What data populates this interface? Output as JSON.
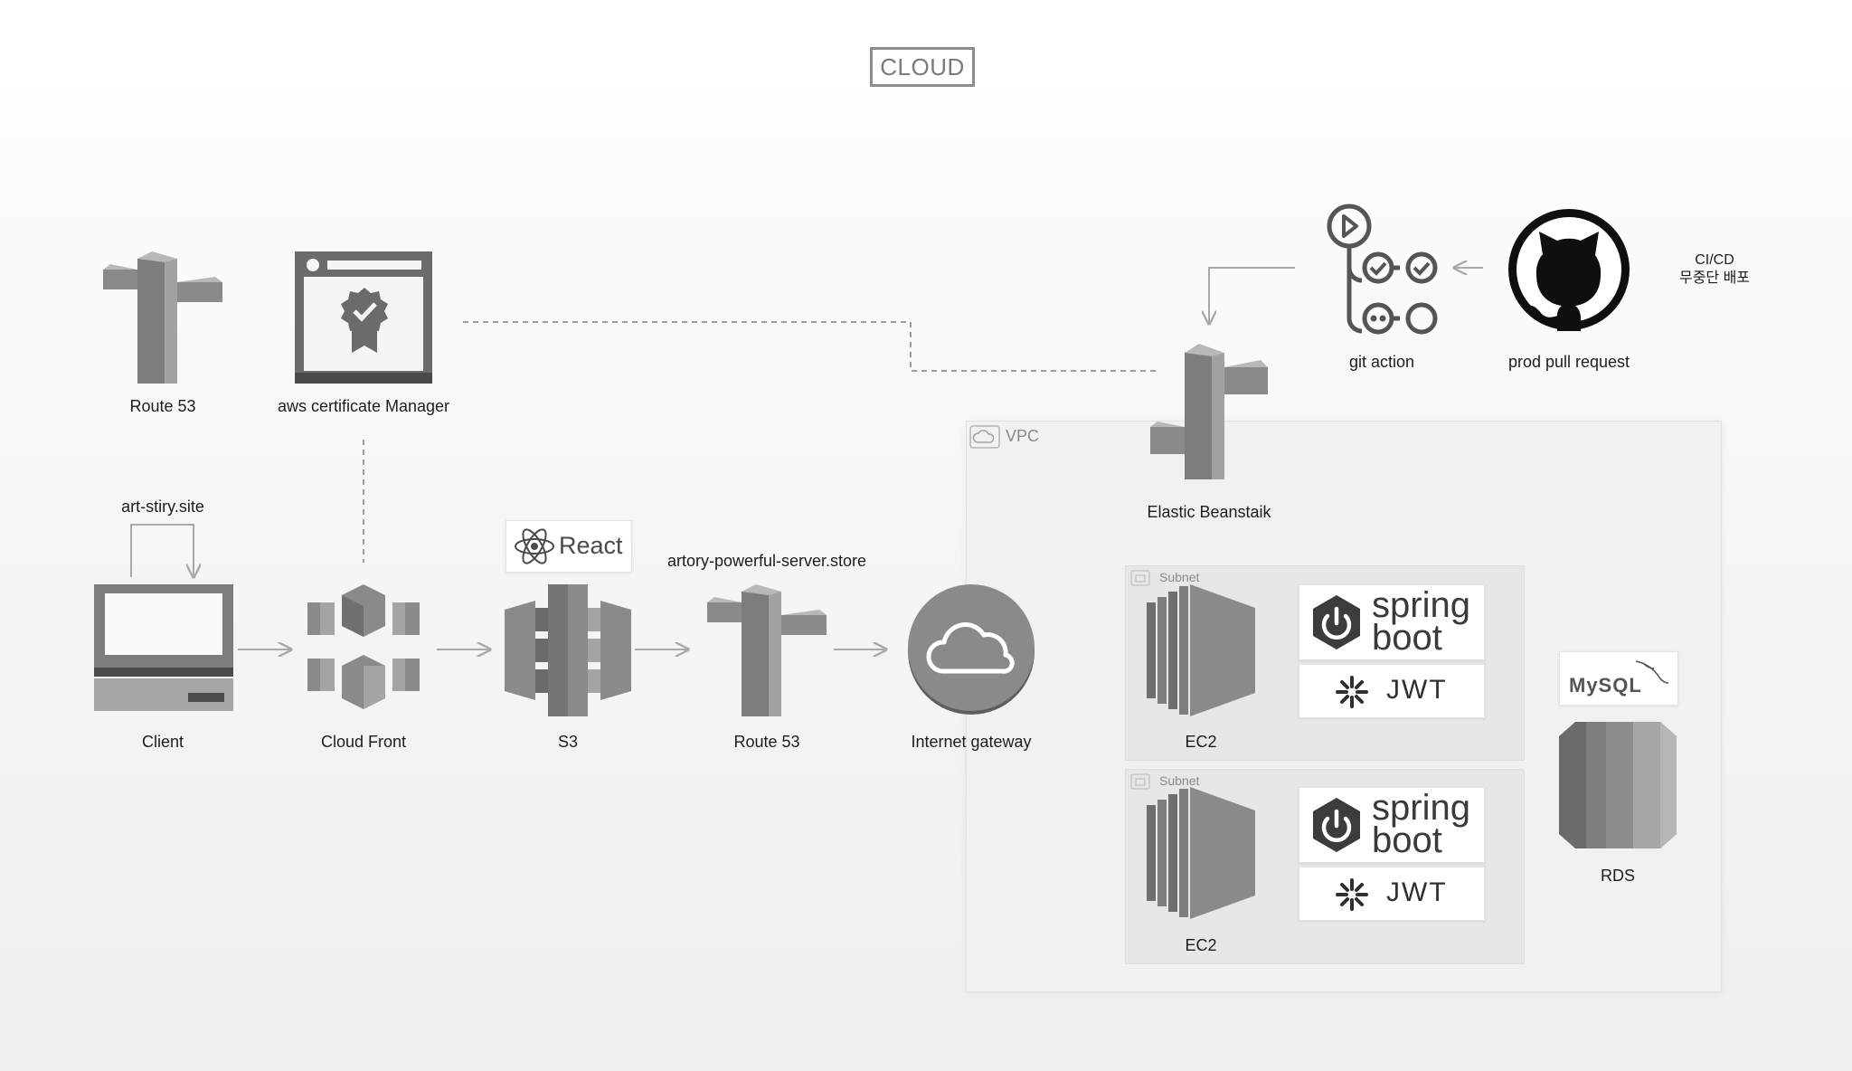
{
  "title": "CLOUD",
  "nodes": {
    "route53_top": "Route 53",
    "acm": "aws certificate Manager",
    "domain_client": "art-stiry.site",
    "client": "Client",
    "cloudfront": "Cloud Front",
    "s3": "S3",
    "domain_server": "artory-powerful-server.store",
    "route53_mid": "Route 53",
    "igw": "Internet gateway",
    "beanstalk": "Elastic Beanstaik",
    "git_action": "git action",
    "pull_request": "prod pull request",
    "cicd_line1": "CI/CD",
    "cicd_line2": "무중단 배포",
    "vpc": "VPC",
    "subnet1": "Subnet",
    "subnet2": "Subnet",
    "ec2_1": "EC2",
    "ec2_2": "EC2",
    "rds": "RDS"
  },
  "badges": {
    "react": "React",
    "spring_line1": "spring",
    "spring_line2": "boot",
    "jwt": "JWT",
    "mysql": "MySQL"
  },
  "colors": {
    "icon_gray": "#808083",
    "icon_light": "#a4a4a7",
    "icon_dark": "#5b5b5e",
    "line": "#a9a9a9"
  },
  "icons": {
    "route53": "route53-icon",
    "acm": "certificate-icon",
    "client": "computer-icon",
    "cloudfront": "cloudfront-icon",
    "s3": "s3-bucket-icon",
    "igw": "cloud-gateway-icon",
    "beanstalk": "beanstalk-icon",
    "git_action": "github-actions-icon",
    "github": "github-octocat-icon",
    "ec2": "ec2-instance-icon",
    "rds": "rds-database-icon",
    "vpc": "vpc-cloud-icon"
  }
}
